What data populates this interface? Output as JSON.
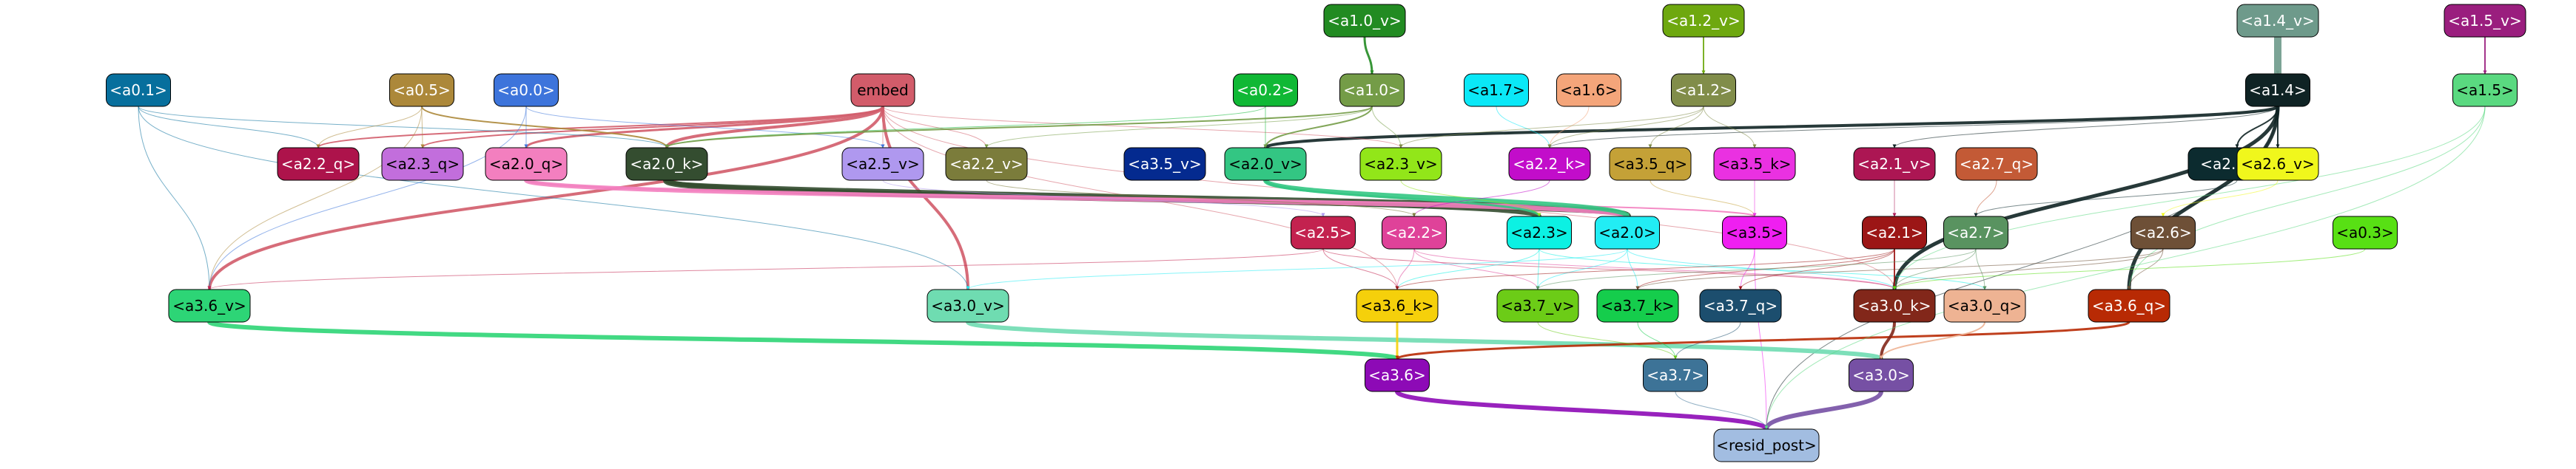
{
  "nodes": [
    {
      "id": "a1_0_v",
      "label": "<a1.0_v>",
      "fill": "#228b22",
      "text": "#ffffff"
    },
    {
      "id": "a1_2_v",
      "label": "<a1.2_v>",
      "fill": "#6ea80f",
      "text": "#ffffff"
    },
    {
      "id": "a1_4_v",
      "label": "<a1.4_v>",
      "fill": "#6e9a8b",
      "text": "#ffffff"
    },
    {
      "id": "a1_5_v",
      "label": "<a1.5_v>",
      "fill": "#9a1e7e",
      "text": "#ffffff"
    },
    {
      "id": "a0_1",
      "label": "<a0.1>",
      "fill": "#076f9d",
      "text": "#ffffff"
    },
    {
      "id": "a0_5",
      "label": "<a0.5>",
      "fill": "#ac883a",
      "text": "#ffffff"
    },
    {
      "id": "a0_0",
      "label": "<a0.0>",
      "fill": "#3d74db",
      "text": "#ffffff"
    },
    {
      "id": "embed",
      "label": "embed",
      "fill": "#d25c6a",
      "text": "#000000"
    },
    {
      "id": "a0_2",
      "label": "<a0.2>",
      "fill": "#10b835",
      "text": "#ffffff"
    },
    {
      "id": "a1_0",
      "label": "<a1.0>",
      "fill": "#749c47",
      "text": "#ffffff"
    },
    {
      "id": "a1_7",
      "label": "<a1.7>",
      "fill": "#0ae8f7",
      "text": "#000000"
    },
    {
      "id": "a1_6",
      "label": "<a1.6>",
      "fill": "#f4a57a",
      "text": "#000000"
    },
    {
      "id": "a1_2",
      "label": "<a1.2>",
      "fill": "#818d4a",
      "text": "#ffffff"
    },
    {
      "id": "a1_4",
      "label": "<a1.4>",
      "fill": "#0f2324",
      "text": "#ffffff"
    },
    {
      "id": "a1_5",
      "label": "<a1.5>",
      "fill": "#5ad980",
      "text": "#000000"
    },
    {
      "id": "a2_2_q",
      "label": "<a2.2_q>",
      "fill": "#ad134b",
      "text": "#ffffff"
    },
    {
      "id": "a2_3_q",
      "label": "<a2.3_q>",
      "fill": "#c26edc",
      "text": "#000000"
    },
    {
      "id": "a2_0_q",
      "label": "<a2.0_q>",
      "fill": "#f37fbf",
      "text": "#000000"
    },
    {
      "id": "a2_0_k",
      "label": "<a2.0_k>",
      "fill": "#344d30",
      "text": "#ffffff"
    },
    {
      "id": "a2_5_v",
      "label": "<a2.5_v>",
      "fill": "#af98ef",
      "text": "#000000"
    },
    {
      "id": "a2_2_v",
      "label": "<a2.2_v>",
      "fill": "#7b7c3b",
      "text": "#ffffff"
    },
    {
      "id": "a3_5_v",
      "label": "<a3.5_v>",
      "fill": "#042a8f",
      "text": "#ffffff"
    },
    {
      "id": "a2_0_v",
      "label": "<a2.0_v>",
      "fill": "#33c683",
      "text": "#000000"
    },
    {
      "id": "a2_3_v",
      "label": "<a2.3_v>",
      "fill": "#92e619",
      "text": "#000000"
    },
    {
      "id": "a2_2_k",
      "label": "<a2.2_k>",
      "fill": "#c20dca",
      "text": "#ffffff"
    },
    {
      "id": "a3_5_q",
      "label": "<a3.5_q>",
      "fill": "#c4a137",
      "text": "#000000"
    },
    {
      "id": "a3_5_k",
      "label": "<a3.5_k>",
      "fill": "#ea31e1",
      "text": "#000000"
    },
    {
      "id": "a2_1_v",
      "label": "<a2.1_v>",
      "fill": "#ac1653",
      "text": "#ffffff"
    },
    {
      "id": "a2_7_q",
      "label": "<a2.7_q>",
      "fill": "#c35a36",
      "text": "#ffffff"
    },
    {
      "id": "a2_7_v",
      "label": "<a2.7_v>",
      "fill": "#0c2b2f",
      "text": "#ffffff"
    },
    {
      "id": "a2_6_v",
      "label": "<a2.6_v>",
      "fill": "#f0f71c",
      "text": "#000000"
    },
    {
      "id": "a2_5",
      "label": "<a2.5>",
      "fill": "#c3224f",
      "text": "#ffffff"
    },
    {
      "id": "a2_2",
      "label": "<a2.2>",
      "fill": "#df4299",
      "text": "#ffffff"
    },
    {
      "id": "a2_3",
      "label": "<a2.3>",
      "fill": "#0cf1e3",
      "text": "#000000"
    },
    {
      "id": "a2_0",
      "label": "<a2.0>",
      "fill": "#22edf4",
      "text": "#000000"
    },
    {
      "id": "a3_5",
      "label": "<a3.5>",
      "fill": "#ef1ff1",
      "text": "#000000"
    },
    {
      "id": "a2_1",
      "label": "<a2.1>",
      "fill": "#9c1616",
      "text": "#ffffff"
    },
    {
      "id": "a2_7",
      "label": "<a2.7>",
      "fill": "#599360",
      "text": "#ffffff"
    },
    {
      "id": "a2_6",
      "label": "<a2.6>",
      "fill": "#6e5037",
      "text": "#ffffff"
    },
    {
      "id": "a0_3",
      "label": "<a0.3>",
      "fill": "#58e014",
      "text": "#000000"
    },
    {
      "id": "a3_6_v",
      "label": "<a3.6_v>",
      "fill": "#2dd576",
      "text": "#000000"
    },
    {
      "id": "a3_0_v",
      "label": "<a3.0_v>",
      "fill": "#6fdcb1",
      "text": "#000000"
    },
    {
      "id": "a3_6_k",
      "label": "<a3.6_k>",
      "fill": "#f5d00b",
      "text": "#000000"
    },
    {
      "id": "a3_7_v",
      "label": "<a3.7_v>",
      "fill": "#6ccc17",
      "text": "#000000"
    },
    {
      "id": "a3_7_k",
      "label": "<a3.7_k>",
      "fill": "#15cd4c",
      "text": "#000000"
    },
    {
      "id": "a3_7_q",
      "label": "<a3.7_q>",
      "fill": "#1c4e6e",
      "text": "#ffffff"
    },
    {
      "id": "a3_0_k",
      "label": "<a3.0_k>",
      "fill": "#82271a",
      "text": "#ffffff"
    },
    {
      "id": "a3_0_q",
      "label": "<a3.0_q>",
      "fill": "#eeb393",
      "text": "#000000"
    },
    {
      "id": "a3_6_q",
      "label": "<a3.6_q>",
      "fill": "#b82a04",
      "text": "#ffffff"
    },
    {
      "id": "a3_6",
      "label": "<a3.6>",
      "fill": "#8d0ab6",
      "text": "#ffffff"
    },
    {
      "id": "a3_7",
      "label": "<a3.7>",
      "fill": "#3d7397",
      "text": "#ffffff"
    },
    {
      "id": "a3_0",
      "label": "<a3.0>",
      "fill": "#7650a4",
      "text": "#ffffff"
    },
    {
      "id": "resid_post",
      "label": "<resid_post>",
      "fill": "#a2bde1",
      "text": "#000000"
    }
  ],
  "edges": [
    {
      "from": "a1_0_v",
      "to": "a1_0",
      "color": "#228b22",
      "weight": 3
    },
    {
      "from": "a1_2_v",
      "to": "a1_2",
      "color": "#6ea80f",
      "weight": 2
    },
    {
      "from": "a1_4_v",
      "to": "a1_4",
      "color": "#6e9a8b",
      "weight": 10
    },
    {
      "from": "a1_5_v",
      "to": "a1_5",
      "color": "#9a1e7e",
      "weight": 2
    },
    {
      "from": "a1_4",
      "to": "a3_6_q",
      "color": "#0f2324",
      "weight": 5
    },
    {
      "from": "a1_4",
      "to": "a3_0_k",
      "color": "#0f2324",
      "weight": 5
    },
    {
      "from": "a1_4",
      "to": "a2_0_v",
      "color": "#0f2324",
      "weight": 4
    },
    {
      "from": "a1_4",
      "to": "a2_7_v",
      "color": "#0f2324",
      "weight": 2
    },
    {
      "from": "a1_4",
      "to": "a2_6_v",
      "color": "#0f2324",
      "weight": 2
    },
    {
      "from": "a1_4",
      "to": "a2_1_v",
      "color": "#0f2324",
      "weight": 1
    },
    {
      "from": "a1_4",
      "to": "resid_post",
      "color": "#0f2324",
      "weight": 1
    },
    {
      "from": "a1_4",
      "to": "a2_2_k",
      "color": "#0f2324",
      "weight": 1
    },
    {
      "from": "embed",
      "to": "a3_6_v",
      "color": "#d25c6a",
      "weight": 4
    },
    {
      "from": "embed",
      "to": "a3_0_v",
      "color": "#d25c6a",
      "weight": 4
    },
    {
      "from": "embed",
      "to": "a2_0_k",
      "color": "#d25c6a",
      "weight": 4
    },
    {
      "from": "embed",
      "to": "a2_0_q",
      "color": "#d25c6a",
      "weight": 3
    },
    {
      "from": "embed",
      "to": "a2_2_q",
      "color": "#d25c6a",
      "weight": 2
    },
    {
      "from": "embed",
      "to": "a2_3_q",
      "color": "#d25c6a",
      "weight": 2
    },
    {
      "from": "embed",
      "to": "a2_5_v",
      "color": "#d25c6a",
      "weight": 1
    },
    {
      "from": "embed",
      "to": "a2_2_v",
      "color": "#d25c6a",
      "weight": 1
    },
    {
      "from": "embed",
      "to": "a3_6_k",
      "color": "#d25c6a",
      "weight": 1
    },
    {
      "from": "embed",
      "to": "a3_0_k",
      "color": "#d25c6a",
      "weight": 1
    },
    {
      "from": "embed",
      "to": "a2_3_v",
      "color": "#d25c6a",
      "weight": 1
    },
    {
      "from": "a2_0_k",
      "to": "a2_0",
      "color": "#344d30",
      "weight": 10
    },
    {
      "from": "a2_0_k",
      "to": "a2_3",
      "color": "#344d30",
      "weight": 6
    },
    {
      "from": "a2_0_q",
      "to": "a2_0",
      "color": "#f37fbf",
      "weight": 6
    },
    {
      "from": "a2_0_q",
      "to": "a3_5",
      "color": "#f37fbf",
      "weight": 2
    },
    {
      "from": "a2_0_v",
      "to": "a2_0",
      "color": "#33c683",
      "weight": 6
    },
    {
      "from": "a2_0_v",
      "to": "a2_3",
      "color": "#33c683",
      "weight": 3
    },
    {
      "from": "a0_1",
      "to": "a3_6_v",
      "color": "#076f9d",
      "weight": 1
    },
    {
      "from": "a0_1",
      "to": "a3_0_v",
      "color": "#076f9d",
      "weight": 1
    },
    {
      "from": "a0_1",
      "to": "a2_2_q",
      "color": "#076f9d",
      "weight": 1
    },
    {
      "from": "a0_1",
      "to": "a2_0_k",
      "color": "#076f9d",
      "weight": 1
    },
    {
      "from": "a0_5",
      "to": "a2_0_k",
      "color": "#ac883a",
      "weight": 2
    },
    {
      "from": "a0_5",
      "to": "a2_2_q",
      "color": "#ac883a",
      "weight": 1
    },
    {
      "from": "a0_5",
      "to": "a2_3_q",
      "color": "#ac883a",
      "weight": 1
    },
    {
      "from": "a0_5",
      "to": "a3_6_v",
      "color": "#ac883a",
      "weight": 1
    },
    {
      "from": "a0_0",
      "to": "a2_0_q",
      "color": "#3d74db",
      "weight": 1
    },
    {
      "from": "a0_0",
      "to": "a2_5_v",
      "color": "#3d74db",
      "weight": 1
    },
    {
      "from": "a0_0",
      "to": "a3_6_v",
      "color": "#3d74db",
      "weight": 1
    },
    {
      "from": "a0_2",
      "to": "a2_0_v",
      "color": "#10b835",
      "weight": 1
    },
    {
      "from": "a0_2",
      "to": "a2_0_k",
      "color": "#10b835",
      "weight": 1
    },
    {
      "from": "a1_0",
      "to": "a2_0_v",
      "color": "#749c47",
      "weight": 2
    },
    {
      "from": "a1_0",
      "to": "a2_0_k",
      "color": "#749c47",
      "weight": 2
    },
    {
      "from": "a1_0",
      "to": "a2_2_v",
      "color": "#749c47",
      "weight": 1
    },
    {
      "from": "a1_0",
      "to": "a2_3_v",
      "color": "#749c47",
      "weight": 1
    },
    {
      "from": "a1_7",
      "to": "a2_2_k",
      "color": "#0ae8f7",
      "weight": 1
    },
    {
      "from": "a1_6",
      "to": "a2_2_k",
      "color": "#f4a57a",
      "weight": 1
    },
    {
      "from": "a1_2",
      "to": "a2_2_k",
      "color": "#818d4a",
      "weight": 1
    },
    {
      "from": "a1_2",
      "to": "a3_5_q",
      "color": "#818d4a",
      "weight": 1
    },
    {
      "from": "a1_2",
      "to": "a3_5_k",
      "color": "#818d4a",
      "weight": 1
    },
    {
      "from": "a1_2",
      "to": "a2_3_v",
      "color": "#818d4a",
      "weight": 1
    },
    {
      "from": "a1_5",
      "to": "a3_6_q",
      "color": "#5ad980",
      "weight": 1
    },
    {
      "from": "a1_5",
      "to": "a3_0_k",
      "color": "#5ad980",
      "weight": 1
    },
    {
      "from": "a2_2_k",
      "to": "a2_2",
      "color": "#c20dca",
      "weight": 1
    },
    {
      "from": "a3_5_q",
      "to": "a3_5",
      "color": "#c4a137",
      "weight": 1
    },
    {
      "from": "a3_5_k",
      "to": "a3_5",
      "color": "#ea31e1",
      "weight": 1
    },
    {
      "from": "a2_1_v",
      "to": "a2_1",
      "color": "#ac1653",
      "weight": 1
    },
    {
      "from": "a2_7_q",
      "to": "a2_7",
      "color": "#c35a36",
      "weight": 1
    },
    {
      "from": "a2_7_v",
      "to": "a2_7",
      "color": "#0c2b2f",
      "weight": 1
    },
    {
      "from": "a2_6_v",
      "to": "a2_6",
      "color": "#f0f71c",
      "weight": 1
    },
    {
      "from": "a2_5_v",
      "to": "a2_5",
      "color": "#af98ef",
      "weight": 1
    },
    {
      "from": "a2_2_v",
      "to": "a2_2",
      "color": "#7b7c3b",
      "weight": 1
    },
    {
      "from": "a2_3_v",
      "to": "a2_3",
      "color": "#92e619",
      "weight": 1
    },
    {
      "from": "a2_5",
      "to": "a3_6_k",
      "color": "#c3224f",
      "weight": 1
    },
    {
      "from": "a2_5",
      "to": "a3_0_k",
      "color": "#c3224f",
      "weight": 1
    },
    {
      "from": "a2_5",
      "to": "a3_6_v",
      "color": "#c3224f",
      "weight": 1
    },
    {
      "from": "a2_2",
      "to": "a3_6_k",
      "color": "#df4299",
      "weight": 1
    },
    {
      "from": "a2_2",
      "to": "a3_7_v",
      "color": "#df4299",
      "weight": 1
    },
    {
      "from": "a2_2",
      "to": "a3_0_k",
      "color": "#df4299",
      "weight": 1
    },
    {
      "from": "a2_3",
      "to": "a3_7_v",
      "color": "#0cf1e3",
      "weight": 1
    },
    {
      "from": "a2_3",
      "to": "a3_6_k",
      "color": "#0cf1e3",
      "weight": 1
    },
    {
      "from": "a2_3",
      "to": "a3_0_q",
      "color": "#0cf1e3",
      "weight": 1
    },
    {
      "from": "a2_0",
      "to": "a3_7_k",
      "color": "#22edf4",
      "weight": 1
    },
    {
      "from": "a2_0",
      "to": "a3_0_k",
      "color": "#22edf4",
      "weight": 1
    },
    {
      "from": "a2_0",
      "to": "a3_0_v",
      "color": "#22edf4",
      "weight": 1
    },
    {
      "from": "a2_0",
      "to": "a3_7_v",
      "color": "#22edf4",
      "weight": 1
    },
    {
      "from": "a3_5",
      "to": "a3_7_q",
      "color": "#ef1ff1",
      "weight": 1
    },
    {
      "from": "a3_5",
      "to": "resid_post",
      "color": "#ef1ff1",
      "weight": 1
    },
    {
      "from": "a2_1",
      "to": "a3_0_k",
      "color": "#9c1616",
      "weight": 2
    },
    {
      "from": "a2_1",
      "to": "a3_7_k",
      "color": "#9c1616",
      "weight": 1
    },
    {
      "from": "a2_1",
      "to": "a3_6_k",
      "color": "#9c1616",
      "weight": 1
    },
    {
      "from": "a2_1",
      "to": "a3_7_q",
      "color": "#9c1616",
      "weight": 1
    },
    {
      "from": "a2_7",
      "to": "a3_0_q",
      "color": "#599360",
      "weight": 1
    },
    {
      "from": "a2_7",
      "to": "a3_0_k",
      "color": "#599360",
      "weight": 1
    },
    {
      "from": "a2_7",
      "to": "a3_7_v",
      "color": "#599360",
      "weight": 1
    },
    {
      "from": "a2_6",
      "to": "a3_6_q",
      "color": "#6e5037",
      "weight": 1
    },
    {
      "from": "a2_6",
      "to": "a3_0_k",
      "color": "#6e5037",
      "weight": 1
    },
    {
      "from": "a2_6",
      "to": "a3_7_k",
      "color": "#6e5037",
      "weight": 1
    },
    {
      "from": "a0_3",
      "to": "a3_0_k",
      "color": "#58e014",
      "weight": 1
    },
    {
      "from": "a3_6_v",
      "to": "a3_6",
      "color": "#2dd576",
      "weight": 6
    },
    {
      "from": "a3_0_v",
      "to": "a3_0",
      "color": "#6fdcb1",
      "weight": 6
    },
    {
      "from": "a3_6_k",
      "to": "a3_6",
      "color": "#f5d00b",
      "weight": 3
    },
    {
      "from": "a3_6_q",
      "to": "a3_6",
      "color": "#b82a04",
      "weight": 3
    },
    {
      "from": "a3_7_k",
      "to": "a3_7",
      "color": "#15cd4c",
      "weight": 1
    },
    {
      "from": "a3_7_q",
      "to": "a3_7",
      "color": "#1c4e6e",
      "weight": 1
    },
    {
      "from": "a3_7_v",
      "to": "a3_7",
      "color": "#6ccc17",
      "weight": 1
    },
    {
      "from": "a3_0_k",
      "to": "a3_0",
      "color": "#82271a",
      "weight": 4
    },
    {
      "from": "a3_0_q",
      "to": "a3_0",
      "color": "#eeb393",
      "weight": 2
    },
    {
      "from": "a3_6",
      "to": "resid_post",
      "color": "#8d0ab6",
      "weight": 6
    },
    {
      "from": "a3_0",
      "to": "resid_post",
      "color": "#7650a4",
      "weight": 6
    },
    {
      "from": "a3_7",
      "to": "resid_post",
      "color": "#3d7397",
      "weight": 1
    },
    {
      "from": "a1_5",
      "to": "resid_post",
      "color": "#5ad980",
      "weight": 1
    }
  ]
}
